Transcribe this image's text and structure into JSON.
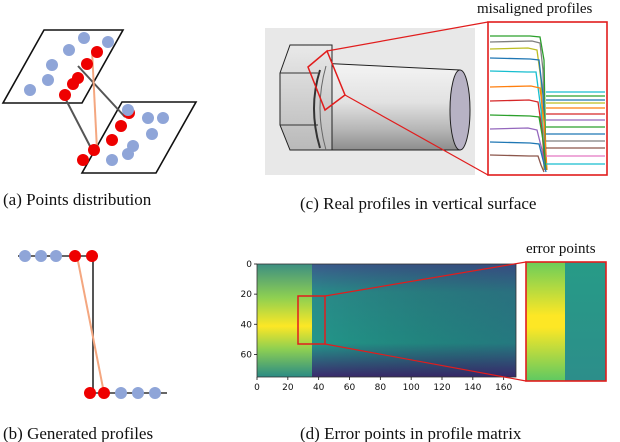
{
  "panels": {
    "a": {
      "caption": "(a) Points distribution"
    },
    "b": {
      "caption": "(b) Generated profiles"
    },
    "c": {
      "caption": "(c) Real profiles in vertical surface",
      "callout": "misaligned profiles"
    },
    "d": {
      "caption": "(d) Error points in profile matrix",
      "callout": "error points"
    }
  },
  "heatmap": {
    "x_ticks": [
      "0",
      "20",
      "40",
      "60",
      "80",
      "100",
      "120",
      "140",
      "160"
    ],
    "y_ticks": [
      "0",
      "20",
      "40",
      "60"
    ],
    "xlim": [
      0,
      168
    ],
    "ylim": [
      0,
      75
    ]
  },
  "colors": {
    "point_red": "#ee0000",
    "point_blue": "#8fa5d8",
    "profile_link": "#f4a780",
    "highlight": "#e11d1d"
  }
}
